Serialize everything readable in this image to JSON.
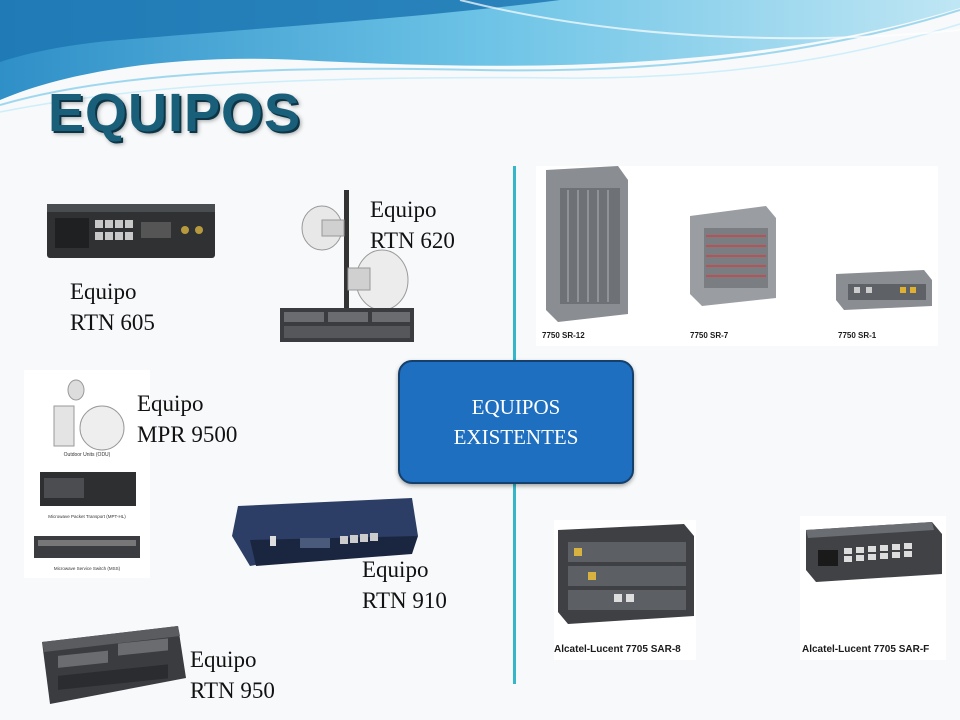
{
  "slide": {
    "title": "EQUIPOS",
    "colors": {
      "title": "#1a5f7a",
      "divider": "#35b6c9",
      "center_box": "#1e6fc0",
      "wave": "#4aa6d4"
    },
    "center_box": {
      "line1": "EQUIPOS",
      "line2": "EXISTENTES"
    },
    "left_devices": [
      {
        "line1": "Equipo",
        "line2": "RTN 605"
      },
      {
        "line1": "Equipo",
        "line2": "RTN 620"
      },
      {
        "line1": "Equipo",
        "line2": "MPR 9500"
      },
      {
        "line1": "Equipo",
        "line2": "RTN 910"
      },
      {
        "line1": "Equipo",
        "line2": "RTN 950"
      }
    ],
    "mpr_captions": [
      "Outdoor Units (ODU)",
      "Microwave Packet Transport (MPT-HL)",
      "Microwave Service Switch (MSS)"
    ],
    "right_top_captions": [
      "7750 SR-12",
      "7750 SR-7",
      "7750 SR-1"
    ],
    "right_bottom_captions": [
      "Alcatel-Lucent 7705 SAR-8",
      "Alcatel-Lucent 7705 SAR-F"
    ]
  }
}
